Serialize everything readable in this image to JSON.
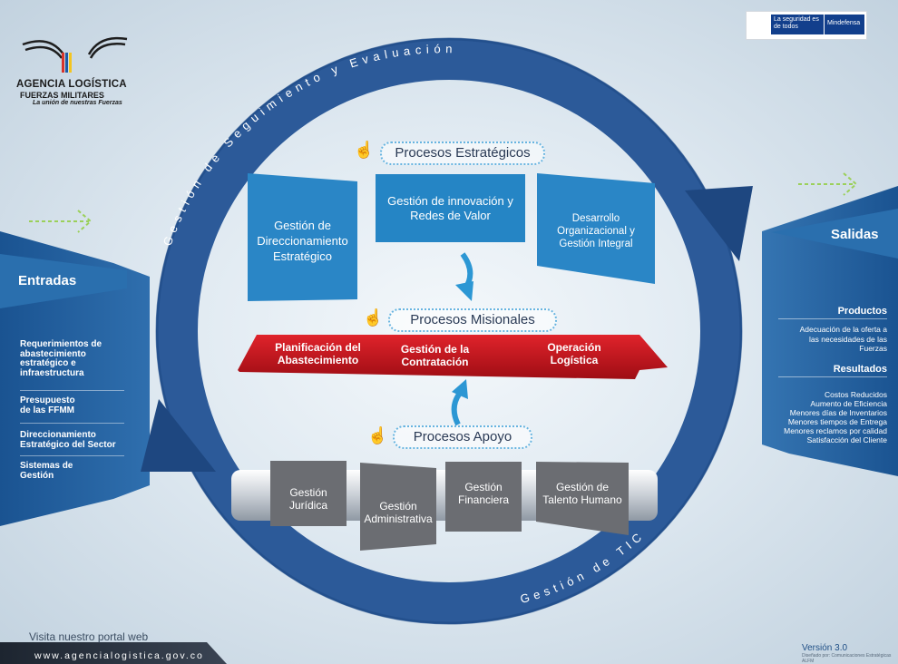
{
  "logo": {
    "title": "AGENCIA LOGÍSTICA",
    "subtitle": "FUERZAS MILITARES",
    "tagline": "La unión de nuestras Fuerzas"
  },
  "gov_badge": {
    "slogan": "La seguridad es de todos",
    "ministry": "Mindefensa"
  },
  "ring": {
    "top_label": "Gestión de Seguimiento y Evaluación",
    "bottom_label": "Gestión de TIC"
  },
  "entradas": {
    "title": "Entradas",
    "items": [
      "Requerimientos de abastecimiento estratégico e infraestructura",
      "Presupuesto de las FFMM",
      "Direccionamiento Estratégico del Sector",
      "Sistemas de Gestión"
    ]
  },
  "salidas": {
    "title": "Salidas",
    "productos_title": "Productos",
    "productos_text": "Adecuación de la oferta a las necesidades de las Fuerzas",
    "resultados_title": "Resultados",
    "resultados": [
      "Costos Reducidos",
      "Aumento de Eficiencia",
      "Menores días de Inventarios",
      "Menores tiempos de Entrega",
      "Menores reclamos por calidad",
      "Satisfacción del Cliente"
    ]
  },
  "estrategicos": {
    "title": "Procesos Estratégicos",
    "boxes": [
      "Gestión de Direccionamiento Estratégico",
      "Gestión de innovación y Redes de Valor",
      "Desarrollo Organizacional y Gestión Integral"
    ]
  },
  "misionales": {
    "title": "Procesos Misionales",
    "items": [
      "Planificación del Abastecimiento",
      "Gestión de la Contratación",
      "Operación Logística"
    ]
  },
  "apoyo": {
    "title": "Procesos Apoyo",
    "boxes": [
      "Gestión Jurídica",
      "Gestión Administrativa",
      "Gestión Financiera",
      "Gestión de Talento Humano"
    ]
  },
  "footer": {
    "visit": "Visita nuestro portal web",
    "url": "www.agencialogistica.gov.co",
    "version": "Versión 3.0",
    "credit": "Diseñado por: Comunicaciones Estratégicas ALFM"
  },
  "colors": {
    "ring": "#2c5a99",
    "strategic": "#2a86c6",
    "mission": "#c4131d",
    "support": "#6b6d72",
    "side_panel": "#1d5a96"
  }
}
